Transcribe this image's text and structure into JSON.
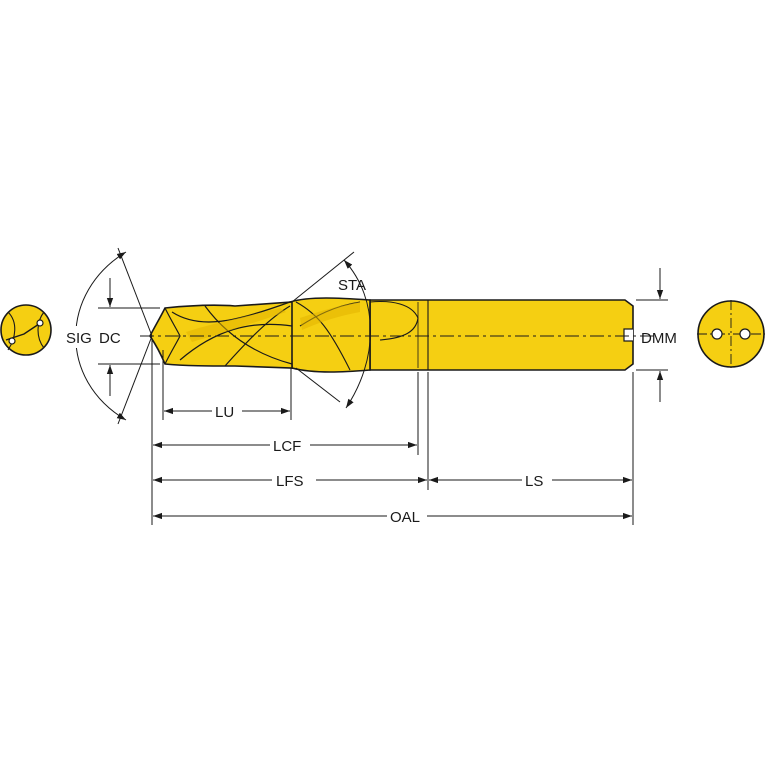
{
  "labels": {
    "sig": "SIG",
    "dc": "DC",
    "sta": "STA",
    "dmm": "DMM",
    "lu": "LU",
    "lcf": "LCF",
    "lfs": "LFS",
    "ls": "LS",
    "oal": "OAL"
  },
  "colors": {
    "tool_fill": "#f5cf12",
    "tool_shade": "#e2b400",
    "outline": "#1a1a1a",
    "background": "#ffffff"
  },
  "icons": {
    "front_view": "drill-tip-end-view-icon",
    "rear_view": "shank-end-view-icon",
    "arrow": "dimension-arrow-icon"
  }
}
